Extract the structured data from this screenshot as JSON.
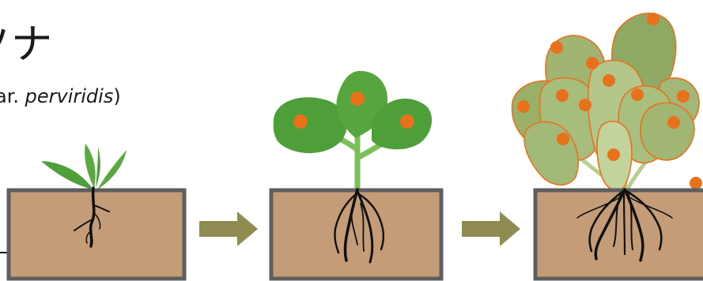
{
  "title": "ツナ",
  "scientific_name": {
    "prefix": "ar. ",
    "epithet": "perviridis",
    "suffix": ")"
  },
  "stages": [
    {
      "name": "seedling",
      "leaf_count": 4,
      "spot_count": 0
    },
    {
      "name": "young-plant",
      "leaf_count": 3,
      "spot_count": 3
    },
    {
      "name": "mature-plant",
      "leaf_count": 10,
      "spot_count": 13
    }
  ],
  "colors": {
    "soil": "#c49d78",
    "pot_border": "#5e5e5e",
    "arrow": "#8f8c52",
    "leaf_young": "#4e9e3a",
    "leaf_mature": "#93ae62",
    "spot": "#e8711c",
    "root": "#111111"
  }
}
